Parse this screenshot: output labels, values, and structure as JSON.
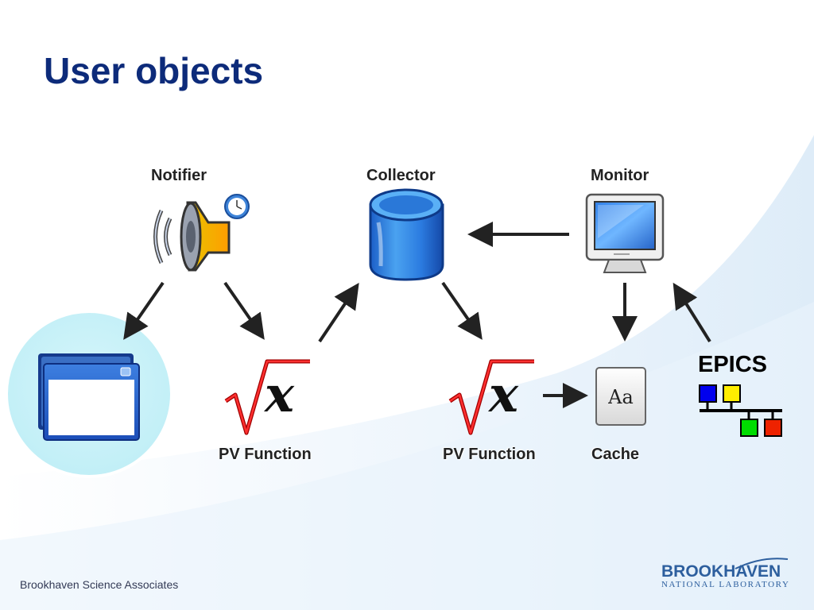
{
  "slide": {
    "title": "User objects",
    "footer_left": "Brookhaven Science Associates",
    "logo_top": "BROOKHAVEN",
    "logo_bottom": "NATIONAL LABORATORY"
  },
  "nodes": {
    "notifier": "Notifier",
    "collector": "Collector",
    "monitor": "Monitor",
    "pv_function_1": "PV Function",
    "pv_function_2": "PV Function",
    "cache": "Cache",
    "epics": "EPICS",
    "cache_icon_text": "Aa"
  },
  "icons": {
    "notifier": "speaker-icon",
    "timer": "clock-icon",
    "window": "window-icon",
    "function": "square-root-x-icon",
    "collector": "database-cylinder-icon",
    "monitor": "computer-monitor-icon",
    "cache": "font-aa-icon",
    "epics": "network-blocks-icon"
  }
}
